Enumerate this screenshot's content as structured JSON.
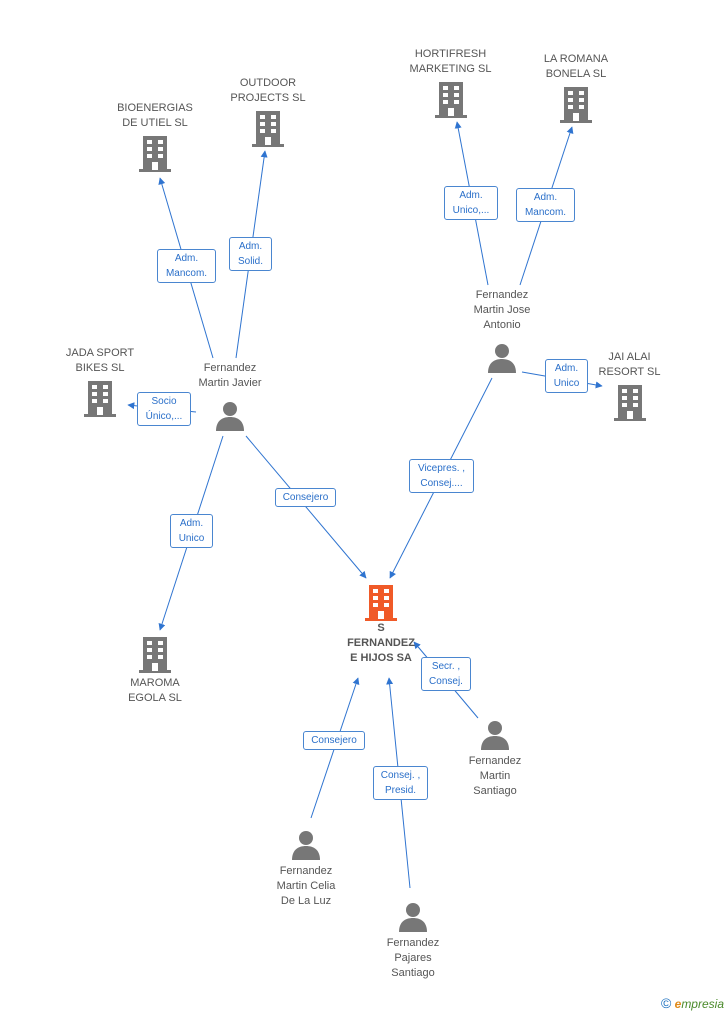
{
  "diagram": {
    "main_company": {
      "name": "S\nFERNANDEZ\nE HIJOS SA",
      "color": "#f05a28"
    },
    "companies": [
      {
        "id": "bioenergias",
        "name": "BIOENERGIAS\nDE UTIEL SL"
      },
      {
        "id": "outdoor",
        "name": "OUTDOOR\nPROJECTS SL"
      },
      {
        "id": "hortifresh",
        "name": "HORTIFRESH\nMARKETING SL"
      },
      {
        "id": "laromana",
        "name": "LA ROMANA\nBONELA SL"
      },
      {
        "id": "jada",
        "name": "JADA SPORT\nBIKES SL"
      },
      {
        "id": "jaialai",
        "name": "JAI ALAI\nRESORT SL"
      },
      {
        "id": "maroma",
        "name": "MAROMA\nEGOLA SL"
      }
    ],
    "persons": [
      {
        "id": "javier",
        "name": "Fernandez\nMartin Javier"
      },
      {
        "id": "jose",
        "name": "Fernandez\nMartin Jose\nAntonio"
      },
      {
        "id": "santiago",
        "name": "Fernandez\nMartin\nSantiago"
      },
      {
        "id": "celia",
        "name": "Fernandez\nMartin Celia\nDe La Luz"
      },
      {
        "id": "pajares",
        "name": "Fernandez\nPajares\nSantiago"
      }
    ],
    "relations": [
      {
        "id": "r1",
        "label": "Adm.\nMancom."
      },
      {
        "id": "r2",
        "label": "Adm.\nSolid."
      },
      {
        "id": "r3",
        "label": "Adm.\nUnico,..."
      },
      {
        "id": "r4",
        "label": "Adm.\nMancom."
      },
      {
        "id": "r5",
        "label": "Socio\nÚnico,..."
      },
      {
        "id": "r6",
        "label": "Adm.\nUnico"
      },
      {
        "id": "r7",
        "label": "Consejero"
      },
      {
        "id": "r8",
        "label": "Adm.\nUnico"
      },
      {
        "id": "r9",
        "label": "Vicepres. ,\nConsej...."
      },
      {
        "id": "r10",
        "label": "Secr. ,\nConsej."
      },
      {
        "id": "r11",
        "label": "Consejero"
      },
      {
        "id": "r12",
        "label": "Consej. ,\nPresid."
      }
    ],
    "colors": {
      "node": "#777777",
      "line": "#2f74d0",
      "label_border": "#4a86d0",
      "label_text": "#2a6fc9"
    }
  },
  "footer": {
    "copyright_symbol": "©",
    "brand_initial": "e",
    "brand_rest": "mpresia"
  }
}
